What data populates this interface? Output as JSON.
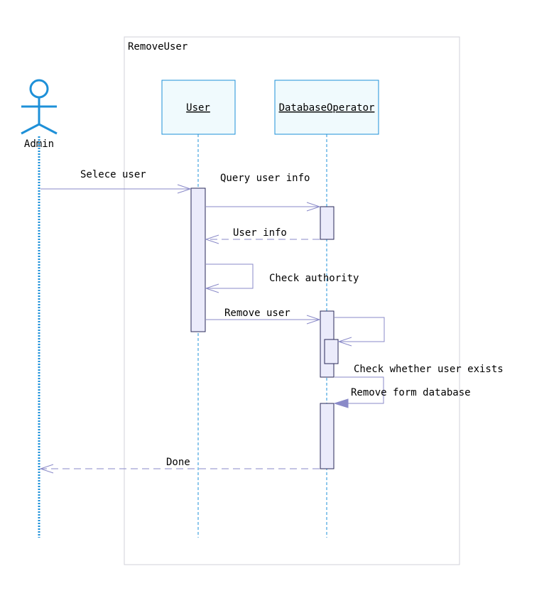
{
  "frame": {
    "title": "RemoveUser"
  },
  "actor": {
    "name": "Admin"
  },
  "lifelines": [
    {
      "id": "user",
      "name": "User"
    },
    {
      "id": "db",
      "name": "DatabaseOperator"
    }
  ],
  "messages": [
    {
      "id": "m1",
      "label": "Selece user",
      "from": "Admin",
      "to": "User",
      "style": "sync"
    },
    {
      "id": "m2",
      "label": "Query user info",
      "from": "User",
      "to": "DatabaseOperator",
      "style": "sync"
    },
    {
      "id": "m3",
      "label": "User info",
      "from": "DatabaseOperator",
      "to": "User",
      "style": "return"
    },
    {
      "id": "m4",
      "label": "Check authority",
      "from": "User",
      "to": "User",
      "style": "self"
    },
    {
      "id": "m5",
      "label": "Remove user",
      "from": "User",
      "to": "DatabaseOperator",
      "style": "sync"
    },
    {
      "id": "m6",
      "label": "Check whether user exists",
      "from": "DatabaseOperator",
      "to": "DatabaseOperator",
      "style": "self"
    },
    {
      "id": "m7",
      "label": "Remove form database",
      "from": "DatabaseOperator",
      "to": "DatabaseOperator",
      "style": "self"
    },
    {
      "id": "m8",
      "label": "Done",
      "from": "DatabaseOperator",
      "to": "Admin",
      "style": "return"
    }
  ],
  "colors": {
    "lifeline": "#1e90d8",
    "message": "#8a8ac8",
    "activation_fill": "#ebebfb",
    "frame_border": "#d0d0d8"
  }
}
